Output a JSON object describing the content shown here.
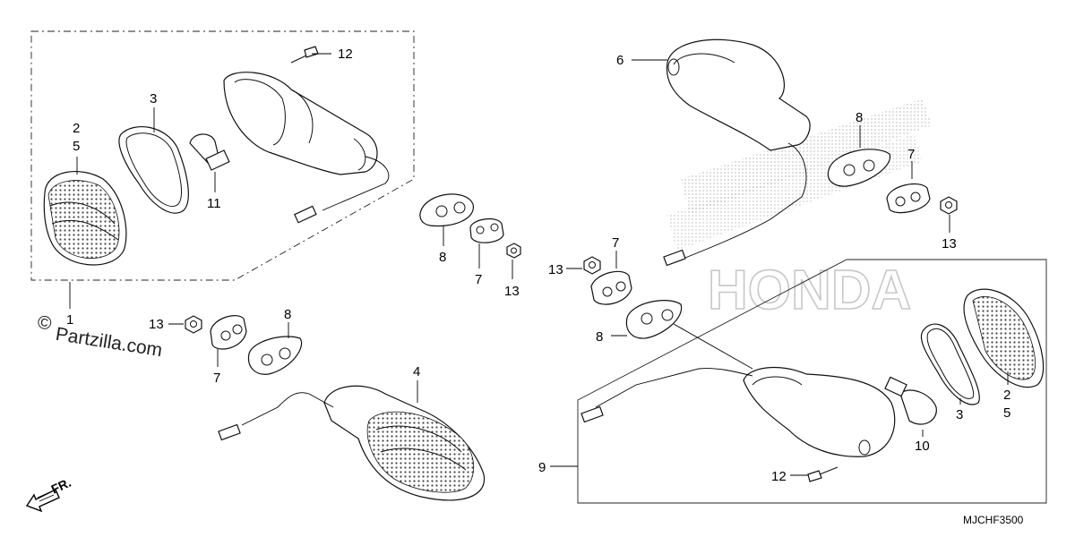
{
  "watermark": {
    "copyright_symbol": "©",
    "text": "Partzilla.com",
    "brand_background": "HONDA"
  },
  "diagram_code": "MJCHF3500",
  "direction_label": "FR.",
  "callouts": {
    "rear_left": {
      "c12": "12",
      "c2": "2",
      "c5": "5",
      "c3": "3",
      "c11": "11",
      "c1": "1",
      "c8": "8",
      "c7": "7",
      "c13": "13"
    },
    "front_left": {
      "c13": "13",
      "c8": "8",
      "c7": "7",
      "c4": "4"
    },
    "front_right": {
      "c6": "6",
      "c8": "8",
      "c7": "7",
      "c13": "13"
    },
    "rear_right": {
      "c13": "13",
      "c7": "7",
      "c8": "8",
      "c9": "9",
      "c12": "12",
      "c10": "10",
      "c3": "3",
      "c2": "2",
      "c5": "5"
    }
  },
  "colors": {
    "line": "#111111",
    "background": "#ffffff",
    "watermark": "#c8c8c8"
  }
}
